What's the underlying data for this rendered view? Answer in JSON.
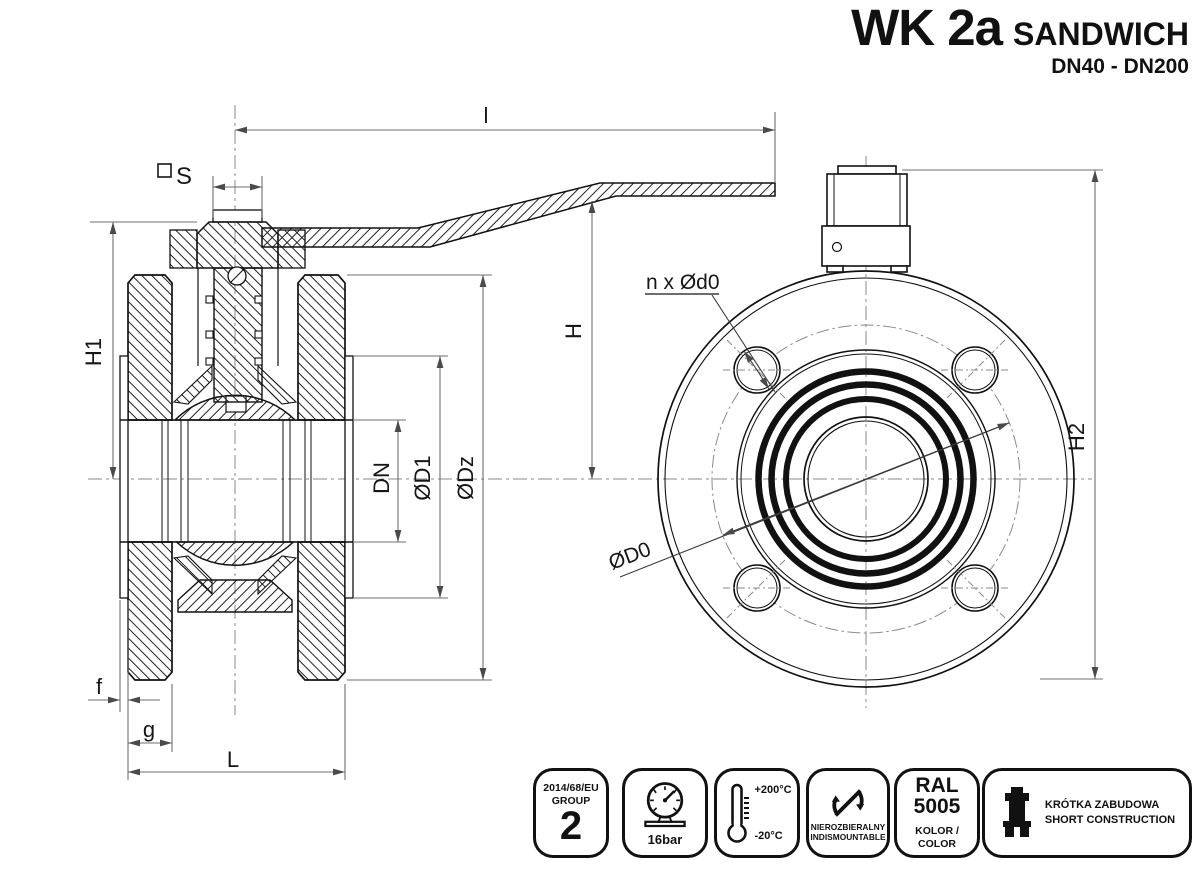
{
  "title": {
    "model": "WK 2a",
    "type": "SANDWICH",
    "range": "DN40 - DN200"
  },
  "dimensions": {
    "s": "S",
    "h1": "H1",
    "dn": "DN",
    "d1": "ØD1",
    "dz": "ØDz",
    "f": "f",
    "g": "g",
    "L": "L",
    "l": "l",
    "h": "H",
    "h2": "H2",
    "nxd0": "n x Ød0",
    "d0": "ØD0"
  },
  "badges": [
    {
      "icon": "pressure-directive-badge",
      "line1": "2014/68/EU",
      "line2": "GROUP",
      "big": "2"
    },
    {
      "icon": "pressure-gauge-icon",
      "label": "16bar"
    },
    {
      "icon": "thermometer-icon",
      "max": "+200°C",
      "min": "-20°C"
    },
    {
      "icon": "indismountable-icon",
      "line1": "NIEROZBIERALNY",
      "line2": "INDISMOUNTABLE"
    },
    {
      "icon": "ral-color-badge",
      "ral": "RAL",
      "code": "5005",
      "line1": "KOLOR /",
      "line2": "COLOR"
    },
    {
      "icon": "short-construction-valve-icon",
      "line1": "KRÓTKA ZABUDOWA",
      "line2": "SHORT CONSTRUCTION"
    }
  ],
  "colors": {
    "line": "#1a1a1a",
    "dim": "#6f6f6f",
    "center": "#8a8a8a"
  }
}
